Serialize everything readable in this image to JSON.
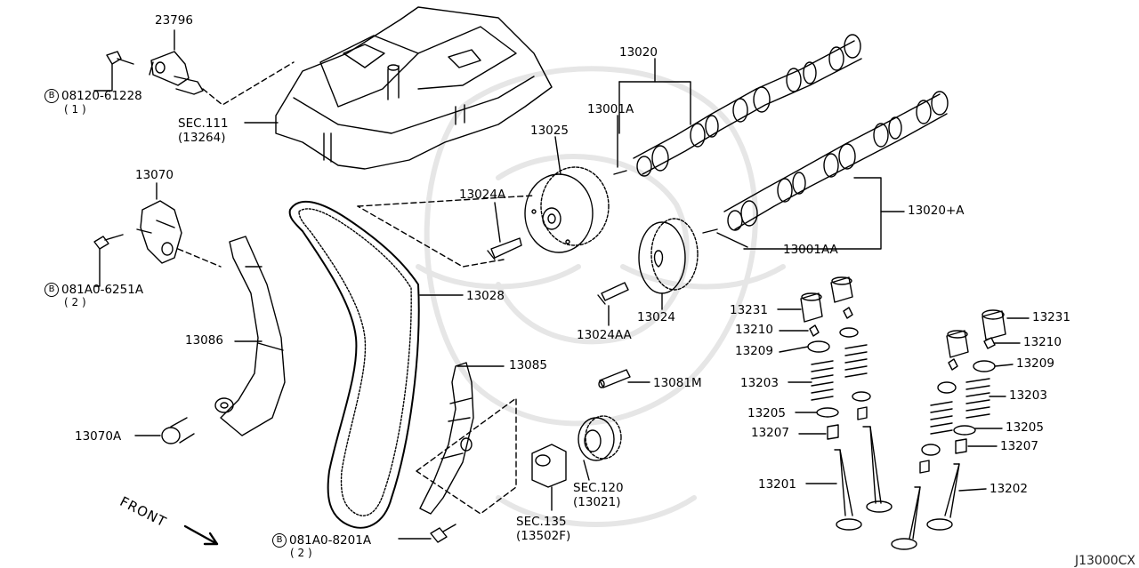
{
  "diagram": {
    "code": "J13000CX",
    "front_label": "FRONT",
    "bolt_marker": "B",
    "labels": {
      "p23796": "23796",
      "p08120": "08120-61228",
      "p08120_qty": "( 1 )",
      "sec111": "SEC.111",
      "sec111_sub": "(13264)",
      "p13020": "13020",
      "p13001A": "13001A",
      "p13025": "13025",
      "p13020A": "13020+A",
      "p13024A": "13024A",
      "p13001AA": "13001AA",
      "p13070": "13070",
      "p081A0_6251": "081A0-6251A",
      "p081A0_6251_qty": "( 2 )",
      "p13028": "13028",
      "p13024AA": "13024AA",
      "p13024": "13024",
      "p13086": "13086",
      "p13085": "13085",
      "p13081M": "13081M",
      "p13070A": "13070A",
      "sec120": "SEC.120",
      "sec120_sub": "(13021)",
      "sec135": "SEC.135",
      "sec135_sub": "(13502F)",
      "p081A0_8201": "081A0-8201A",
      "p081A0_8201_qty": "( 2 )",
      "l13231": "13231",
      "l13210": "13210",
      "l13209": "13209",
      "l13203": "13203",
      "l13205": "13205",
      "l13207": "13207",
      "l13201": "13201",
      "r13231": "13231",
      "r13210": "13210",
      "r13209": "13209",
      "r13203": "13203",
      "r13205": "13205",
      "r13207": "13207",
      "r13202": "13202"
    }
  }
}
